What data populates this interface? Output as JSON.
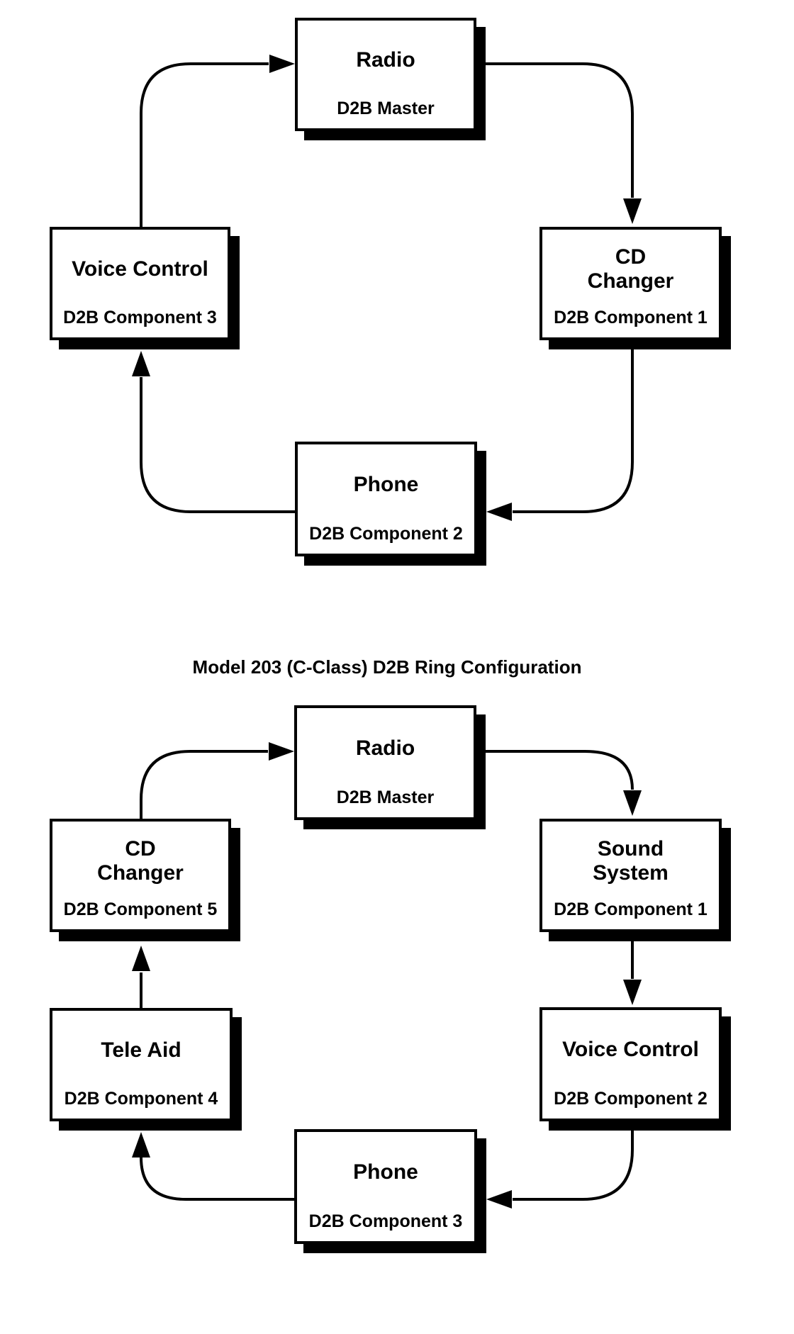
{
  "colors": {
    "ink": "#000000",
    "paper": "#ffffff"
  },
  "diagram_top": {
    "nodes": [
      {
        "title": "Radio",
        "subtitle": "D2B Master"
      },
      {
        "title": "CD\nChanger",
        "subtitle": "D2B Component 1"
      },
      {
        "title": "Phone",
        "subtitle": "D2B Component 2"
      },
      {
        "title": "Voice Control",
        "subtitle": "D2B Component 3"
      }
    ],
    "edges": [
      {
        "from": "Voice Control",
        "to": "Radio"
      },
      {
        "from": "Radio",
        "to": "CD Changer"
      },
      {
        "from": "CD Changer",
        "to": "Phone"
      },
      {
        "from": "Phone",
        "to": "Voice Control"
      }
    ]
  },
  "diagram_bottom": {
    "title": "Model 203 (C-Class) D2B Ring Configuration",
    "nodes": [
      {
        "title": "Radio",
        "subtitle": "D2B Master"
      },
      {
        "title": "Sound\nSystem",
        "subtitle": "D2B Component 1"
      },
      {
        "title": "Voice Control",
        "subtitle": "D2B Component 2"
      },
      {
        "title": "Phone",
        "subtitle": "D2B Component 3"
      },
      {
        "title": "Tele Aid",
        "subtitle": "D2B Component 4"
      },
      {
        "title": "CD\nChanger",
        "subtitle": "D2B Component 5"
      }
    ],
    "edges": [
      {
        "from": "CD Changer",
        "to": "Radio"
      },
      {
        "from": "Radio",
        "to": "Sound System"
      },
      {
        "from": "Sound System",
        "to": "Voice Control"
      },
      {
        "from": "Voice Control",
        "to": "Phone"
      },
      {
        "from": "Phone",
        "to": "Tele Aid"
      },
      {
        "from": "Tele Aid",
        "to": "CD Changer"
      }
    ]
  }
}
